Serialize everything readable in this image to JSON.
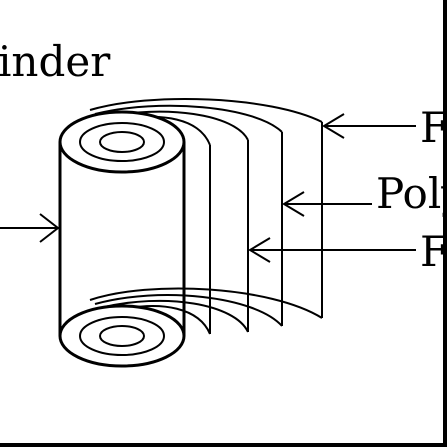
{
  "diagram": {
    "labels": {
      "top_left": "inder",
      "right_top": "F",
      "right_middle": "Poly",
      "right_bottom": "F"
    },
    "colors": {
      "stroke": "#000000",
      "background": "#ffffff"
    }
  }
}
